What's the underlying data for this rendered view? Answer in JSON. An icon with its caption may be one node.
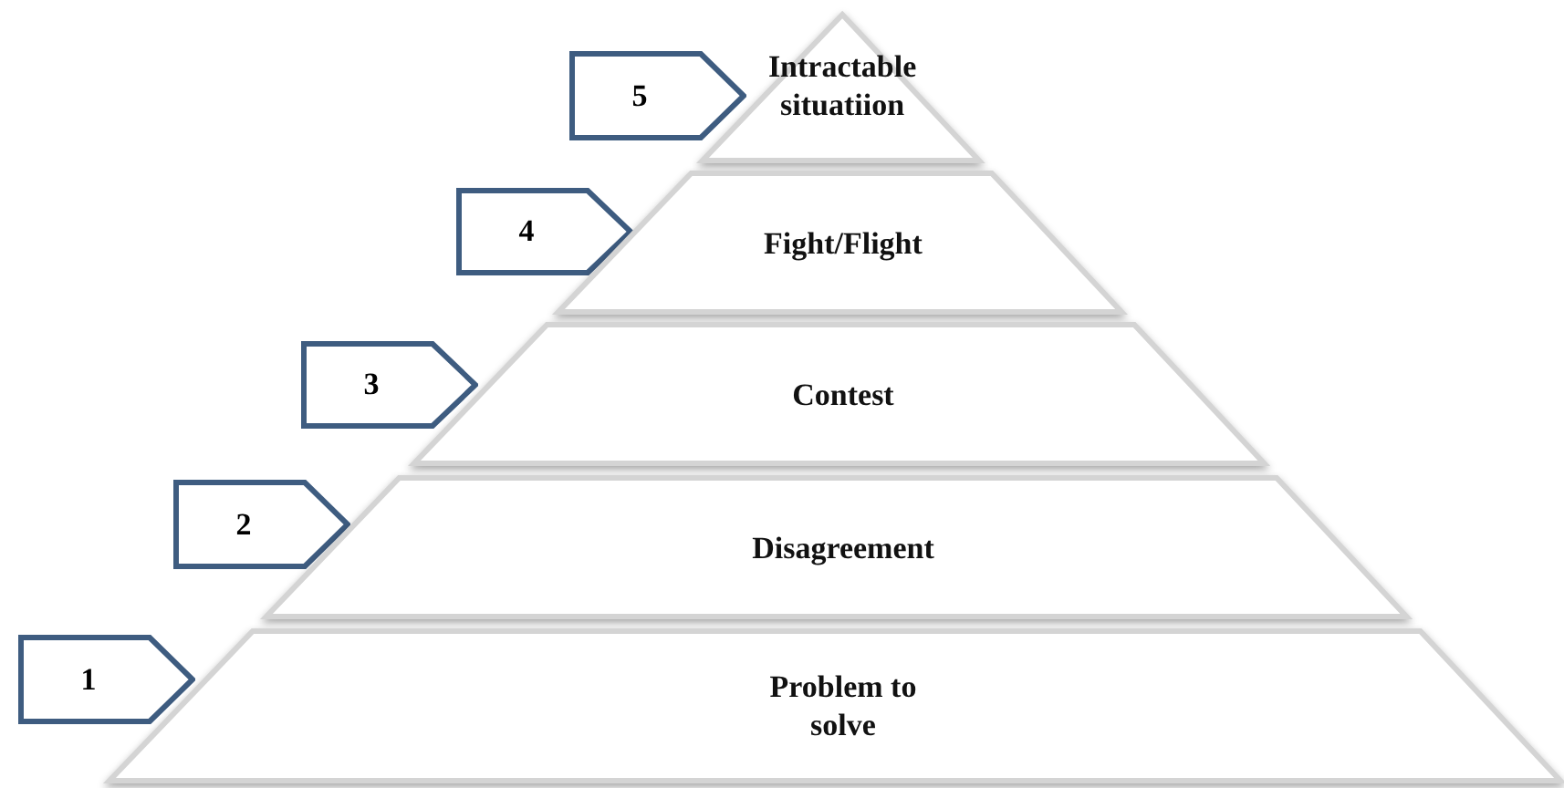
{
  "diagram": {
    "nodes": [
      {
        "text": [
          "5"
        ]
      },
      {
        "text": [
          "Intractable situatiion"
        ]
      },
      {
        "text": [
          "4"
        ]
      },
      {
        "text": [
          "Fight/Flight"
        ]
      },
      {
        "text": [
          "3"
        ]
      },
      {
        "text": [
          "Contest"
        ]
      },
      {
        "text": [
          "2"
        ]
      },
      {
        "text": [
          "Disagreement"
        ]
      },
      {
        "text": [
          "1"
        ]
      },
      {
        "text": [
          "Problem to solve"
        ]
      }
    ]
  }
}
